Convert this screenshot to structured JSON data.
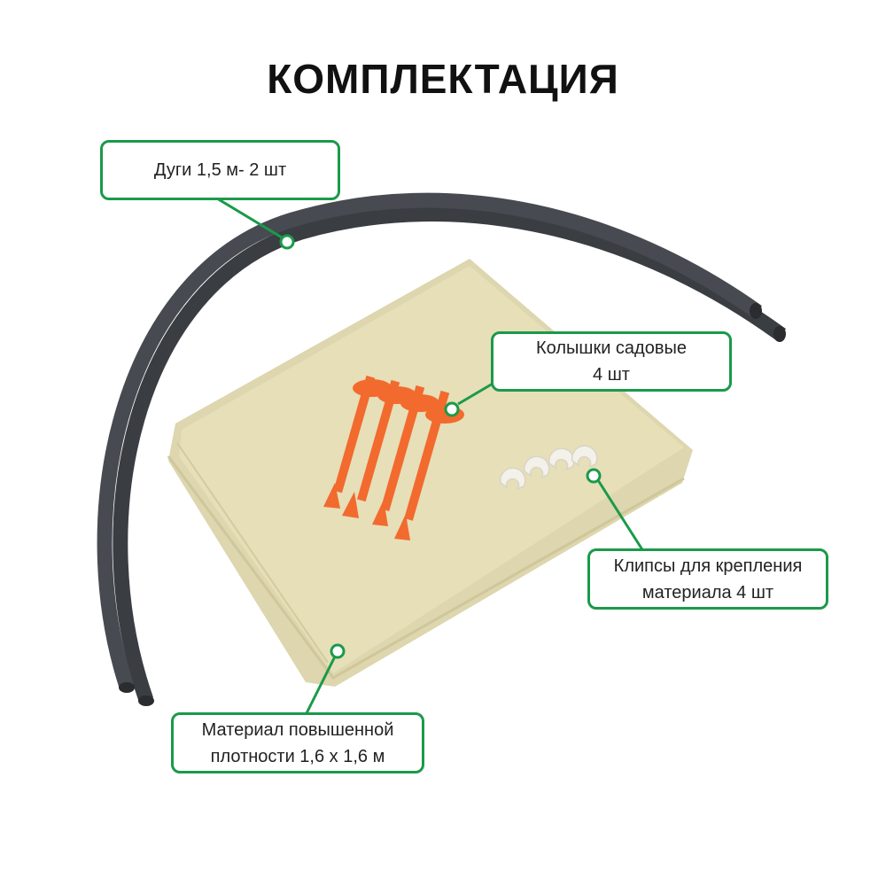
{
  "title": "КОМПЛЕКТАЦИЯ",
  "labels": {
    "arcs": "Дуги 1,5 м- 2 шт",
    "pegs_line1": "Колышки  садовые",
    "pegs_line2": "4 шт",
    "clips_line1": "Клипсы для крепления",
    "clips_line2": "материала 4 шт",
    "material_line1": "Материал повышенной",
    "material_line2": "плотности 1,6 х 1,6 м"
  },
  "colors": {
    "accent_green": "#1a9a4a",
    "fabric": "#e6dfb8",
    "pipe": "#3a3d42",
    "peg": "#f26a2e",
    "clip": "#f4f1ea"
  }
}
